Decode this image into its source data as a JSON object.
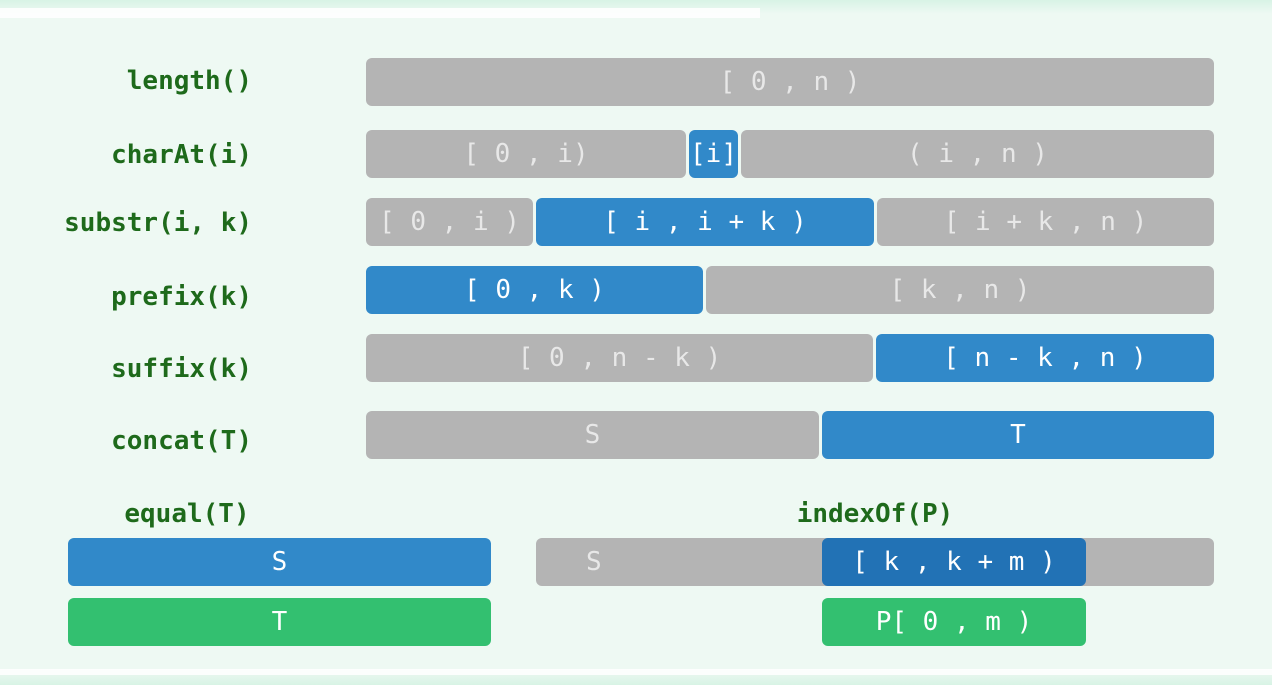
{
  "labels": {
    "length": "length()",
    "charAt": "charAt(i)",
    "substr": "substr(i, k)",
    "prefix": "prefix(k)",
    "suffix": "suffix(k)",
    "concat": "concat(T)",
    "equal": "equal(T)",
    "indexOf": "indexOf(P)"
  },
  "rows": {
    "length": {
      "whole": "[ 0 , n )"
    },
    "charAt": {
      "before": "[ 0 , i)",
      "char": "[i]",
      "after": "( i , n )"
    },
    "substr": {
      "before": "[ 0 , i )",
      "sub": "[ i , i + k )",
      "after": "[ i + k , n )"
    },
    "prefix": {
      "prefix": "[ 0 , k )",
      "rest": "[ k , n )"
    },
    "suffix": {
      "rest": "[ 0 , n - k )",
      "suffix": "[ n - k , n )"
    },
    "concat": {
      "s": "S",
      "t": "T"
    }
  },
  "equal": {
    "s": "S",
    "t": "T"
  },
  "indexOf": {
    "s": "S",
    "match": "[ k , k + m )",
    "pattern": "P[ 0 , m )"
  },
  "colors": {
    "label": "#1e6a1b",
    "gray": "#b4b4b4",
    "blue": "#3189c9",
    "blue_dark": "#2272b5",
    "green": "#33c070",
    "background": "#eef9f3"
  }
}
